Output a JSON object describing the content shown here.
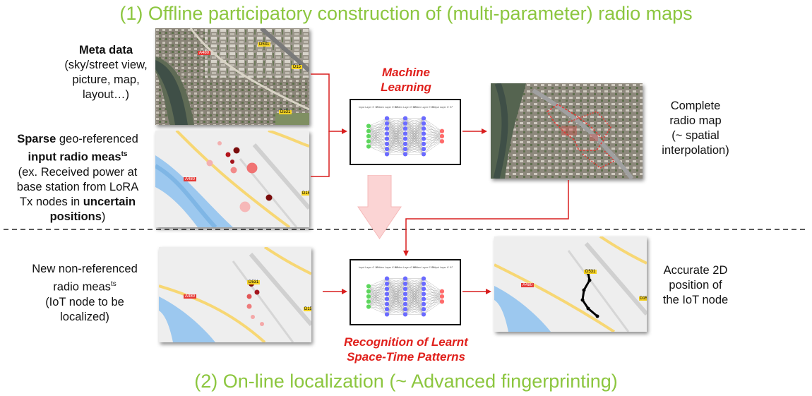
{
  "title_top": "(1) Offline participatory construction of (multi-parameter) radio maps",
  "title_bottom": "(2) On-line localization (~ Advanced fingerprinting)",
  "meta": {
    "heading": "Meta data",
    "lines": [
      "(sky/street view,",
      "picture, map,",
      "layout…)"
    ]
  },
  "sparse": {
    "line1_bold": "Sparse",
    "line1_rest": " geo-referenced",
    "line2_bold": "input radio meas",
    "line2_sup": "ts",
    "line3": "(ex. Received power at",
    "line4": "base station from LoRA",
    "line5_pre": "Tx nodes in ",
    "line5_bold": "uncertain",
    "line6_bold": "positions",
    "line6_post": ")"
  },
  "ml_label": [
    "Machine",
    "Learning"
  ],
  "complete_map": [
    "Complete",
    "radio map",
    "(~ spatial",
    "interpolation)"
  ],
  "new_meas": {
    "line1": "New non-referenced",
    "line2": "radio meas",
    "line2_sup": "ts",
    "line3": "(IoT node to be",
    "line4": "localized)"
  },
  "recognition_label": [
    "Recognition of Learnt",
    "Space-Time Patterns"
  ],
  "accurate": [
    "Accurate 2D",
    "position of",
    "the IoT node"
  ],
  "road_labels": {
    "a480": "A480",
    "d15": "D15",
    "d531": "D531"
  },
  "nn_column_labels": [
    "Input Layer ∈ ℝ⁵",
    "Hidden Layer ∈ ℝ⁸",
    "Hidden Layer ∈ ℝ⁸",
    "Hidden Layer ∈ ℝ⁸",
    "Output Layer ∈ ℝ³"
  ],
  "colors": {
    "title": "#8cc63f",
    "accent_red": "#e0201c",
    "arrow_red": "#d81e1e",
    "nn_input": "#5cd65c",
    "nn_hidden": "#6b6bff",
    "nn_output": "#ff6b6b",
    "big_arrow": "#fbd4d4"
  }
}
